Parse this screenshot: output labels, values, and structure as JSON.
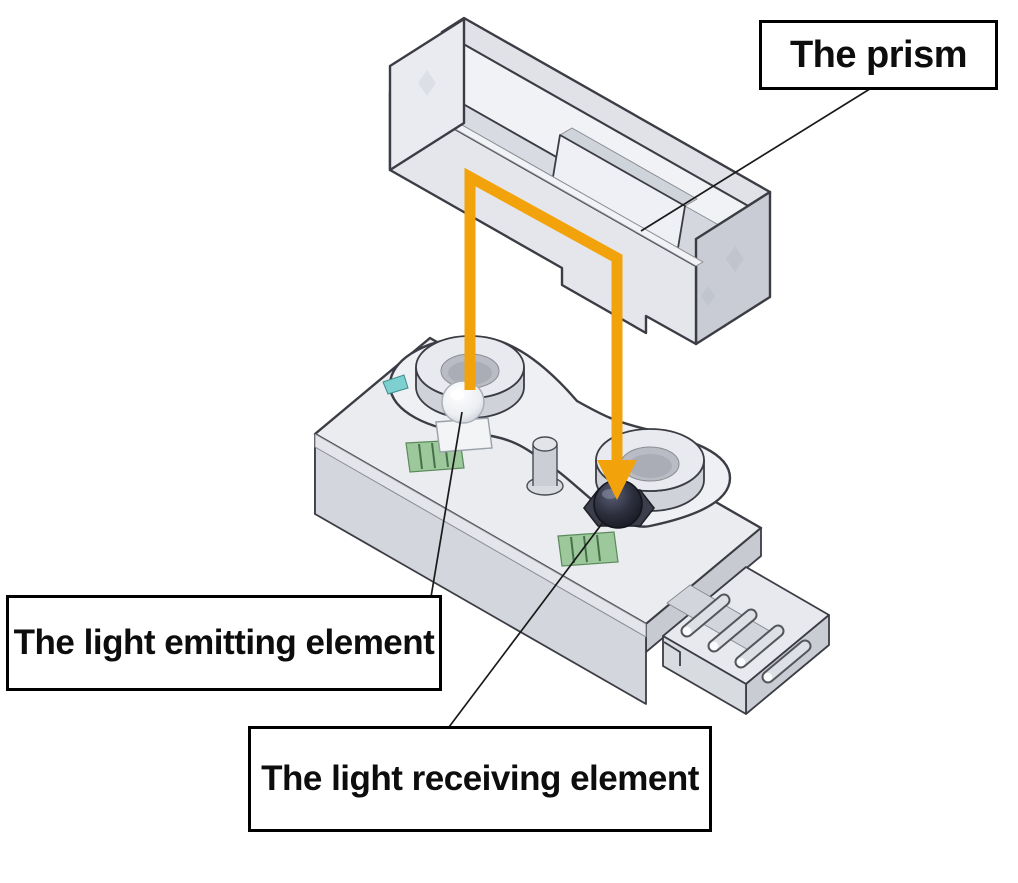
{
  "labels": {
    "prism": "The prism",
    "emitter": "The light emitting element",
    "receiver": "The light receiving element"
  },
  "colors": {
    "light_path": "#F2A30B",
    "part_edge": "#3C3C44",
    "part_fill_light": "#EAECF0",
    "part_fill_shadow": "#C9CCD4",
    "pcb_green": "#9CC89C",
    "receiver_dome": "#23242E",
    "emitter_dome": "#FFFFFF",
    "label_border": "#000000",
    "background": "#FFFFFF"
  },
  "icons": {
    "light_path_arrow": "down-arrow"
  }
}
